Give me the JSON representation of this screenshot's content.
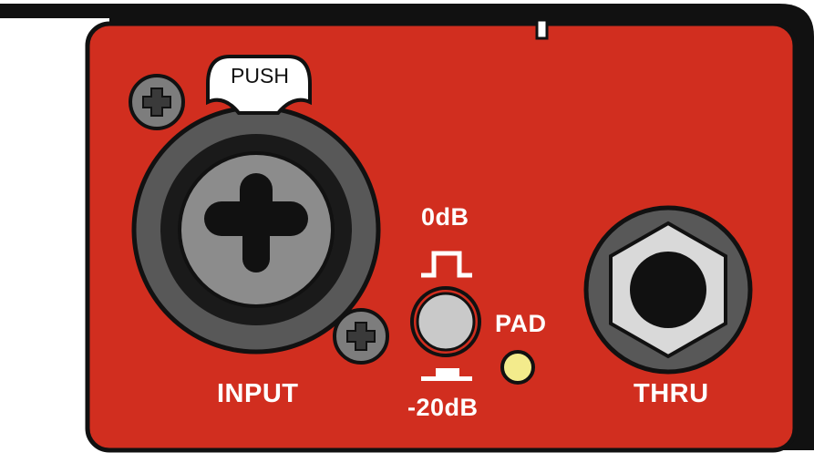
{
  "panel": {
    "push_label": "PUSH",
    "input_label": "INPUT",
    "thru_label": "THRU",
    "pad_label": "PAD",
    "switch_up_label": "0dB",
    "switch_down_label": "-20dB"
  },
  "colors": {
    "panel_red": "#d12e1f",
    "outline": "#111111",
    "connector_gray": "#585858",
    "insert_gray": "#8c8c8c",
    "button_gray": "#c9c9c9",
    "led_yellow": "#f3eb8c"
  },
  "icons": [
    "screw-icon",
    "xlr-combo-jack",
    "quarter-inch-jack",
    "pad-switch-button",
    "pad-led"
  ]
}
